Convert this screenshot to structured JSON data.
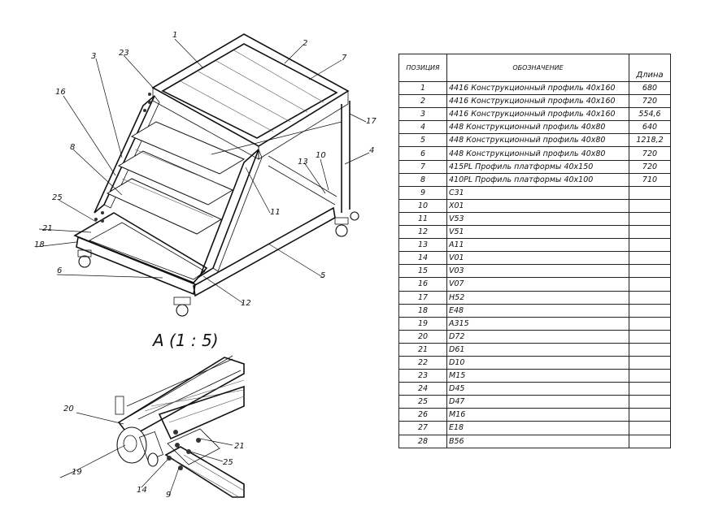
{
  "detail": {
    "title": "A (1 : 5)"
  },
  "main_callouts": [
    "1",
    "2",
    "3",
    "23",
    "16",
    "7",
    "17",
    "8",
    "4",
    "10",
    "13",
    "25",
    "11",
    "21",
    "18",
    "6",
    "5",
    "12"
  ],
  "detail_callouts": [
    "20",
    "21",
    "19",
    "25",
    "14",
    "9"
  ],
  "bom": {
    "headers": {
      "position": "ПОЗИЦИЯ",
      "designation": "ОБОЗНАЧЕНИЕ",
      "length": "Длина"
    },
    "rows": [
      {
        "pos": "1",
        "name": "4416 Конструкционный профиль 40х160",
        "len": "680"
      },
      {
        "pos": "2",
        "name": "4416 Конструкционный профиль 40х160",
        "len": "720"
      },
      {
        "pos": "3",
        "name": "4416 Конструкционный профиль 40х160",
        "len": "554,6"
      },
      {
        "pos": "4",
        "name": "448 Конструкционный профиль 40х80",
        "len": "640"
      },
      {
        "pos": "5",
        "name": "448 Конструкционный профиль 40х80",
        "len": "1218,2"
      },
      {
        "pos": "6",
        "name": "448 Конструкционный профиль 40х80",
        "len": "720"
      },
      {
        "pos": "7",
        "name": "415PL Профиль платформы 40х150",
        "len": "720"
      },
      {
        "pos": "8",
        "name": "410PL Профиль платформы 40х100",
        "len": "710"
      },
      {
        "pos": "9",
        "name": "C31",
        "len": ""
      },
      {
        "pos": "10",
        "name": "X01",
        "len": ""
      },
      {
        "pos": "11",
        "name": "V53",
        "len": ""
      },
      {
        "pos": "12",
        "name": "V51",
        "len": ""
      },
      {
        "pos": "13",
        "name": "A11",
        "len": ""
      },
      {
        "pos": "14",
        "name": "V01",
        "len": ""
      },
      {
        "pos": "15",
        "name": "V03",
        "len": ""
      },
      {
        "pos": "16",
        "name": "V07",
        "len": ""
      },
      {
        "pos": "17",
        "name": "H52",
        "len": ""
      },
      {
        "pos": "18",
        "name": "E48",
        "len": ""
      },
      {
        "pos": "19",
        "name": "A315",
        "len": ""
      },
      {
        "pos": "20",
        "name": "D72",
        "len": ""
      },
      {
        "pos": "21",
        "name": "D61",
        "len": ""
      },
      {
        "pos": "22",
        "name": "D10",
        "len": ""
      },
      {
        "pos": "23",
        "name": "M15",
        "len": ""
      },
      {
        "pos": "24",
        "name": "D45",
        "len": ""
      },
      {
        "pos": "25",
        "name": "D47",
        "len": ""
      },
      {
        "pos": "26",
        "name": "M16",
        "len": ""
      },
      {
        "pos": "27",
        "name": "E18",
        "len": ""
      },
      {
        "pos": "28",
        "name": "B56",
        "len": ""
      }
    ]
  }
}
